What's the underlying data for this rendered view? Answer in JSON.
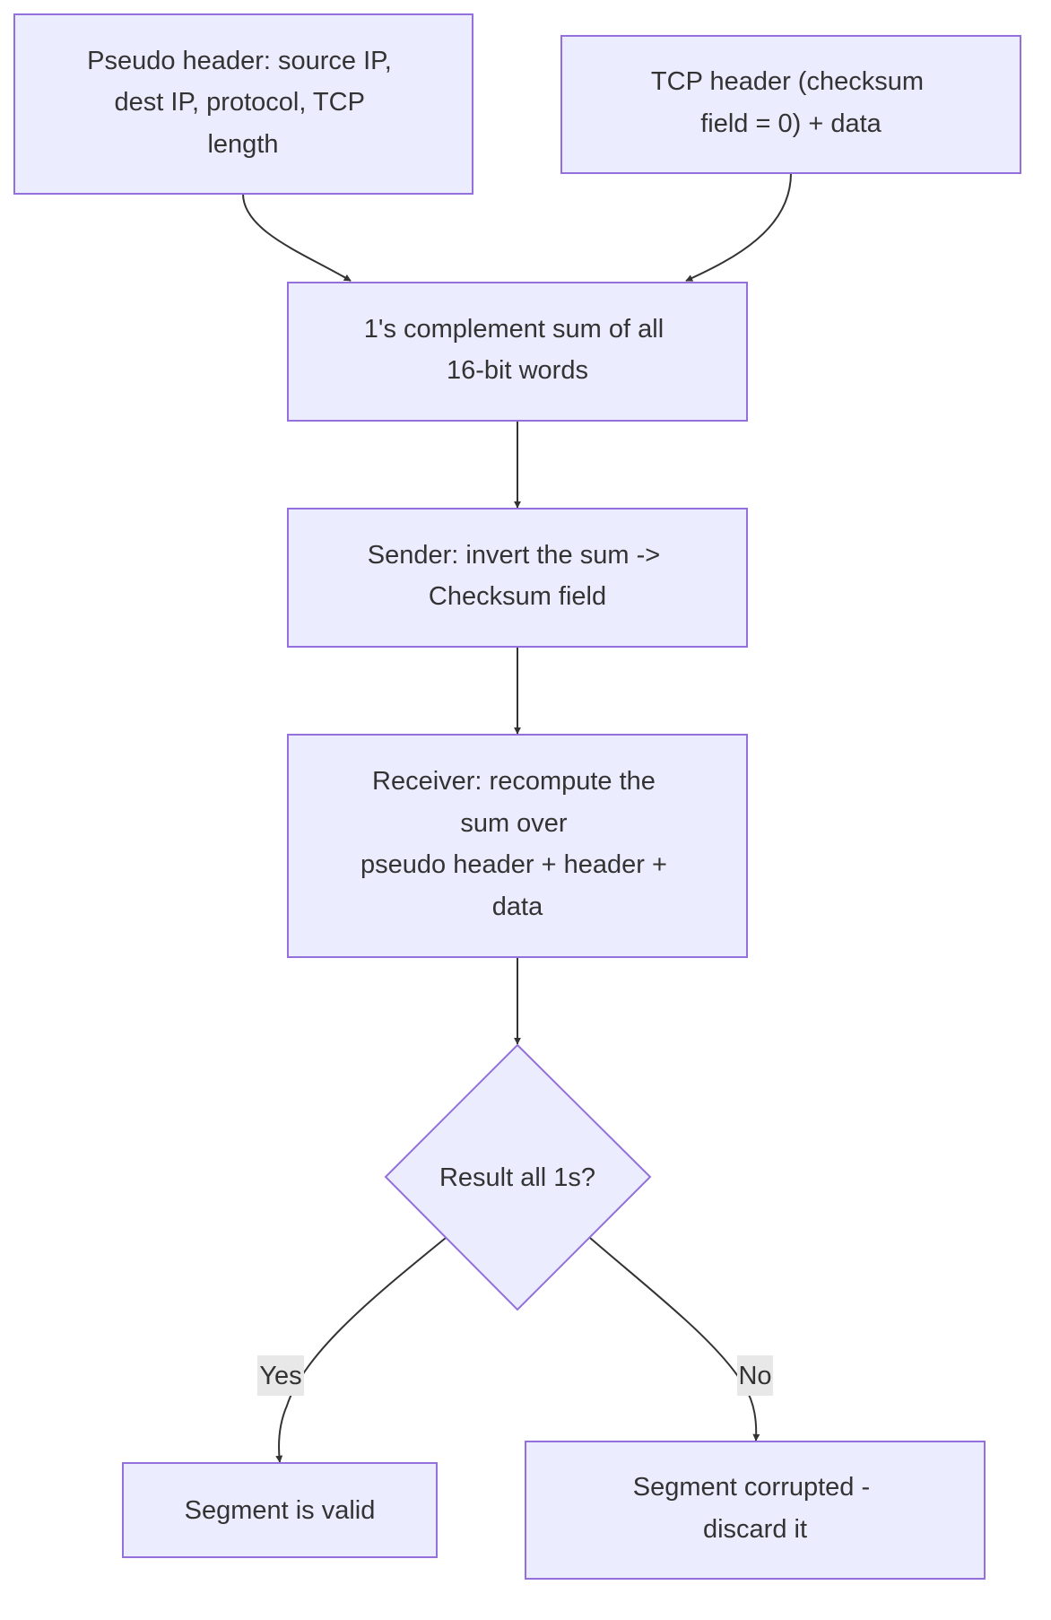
{
  "diagram": {
    "nodes": {
      "pseudo_header": {
        "lines": [
          "Pseudo header: source IP,",
          "dest IP, protocol, TCP",
          "length"
        ]
      },
      "tcp_header": {
        "lines": [
          "TCP header (checksum",
          "field = 0) + data"
        ]
      },
      "ones_sum": {
        "lines": [
          "1's complement sum of all",
          "16-bit words"
        ]
      },
      "sender": {
        "lines": [
          "Sender: invert the sum ->",
          "Checksum field"
        ]
      },
      "receiver": {
        "lines": [
          "Receiver: recompute the",
          "sum over",
          "pseudo header + header +",
          "data"
        ]
      },
      "decision": {
        "lines": [
          "Result all 1s?"
        ]
      },
      "valid": {
        "lines": [
          "Segment is valid"
        ]
      },
      "corrupted": {
        "lines": [
          "Segment corrupted -",
          "discard it"
        ]
      }
    },
    "edges": {
      "yes_label": "Yes",
      "no_label": "No"
    }
  }
}
